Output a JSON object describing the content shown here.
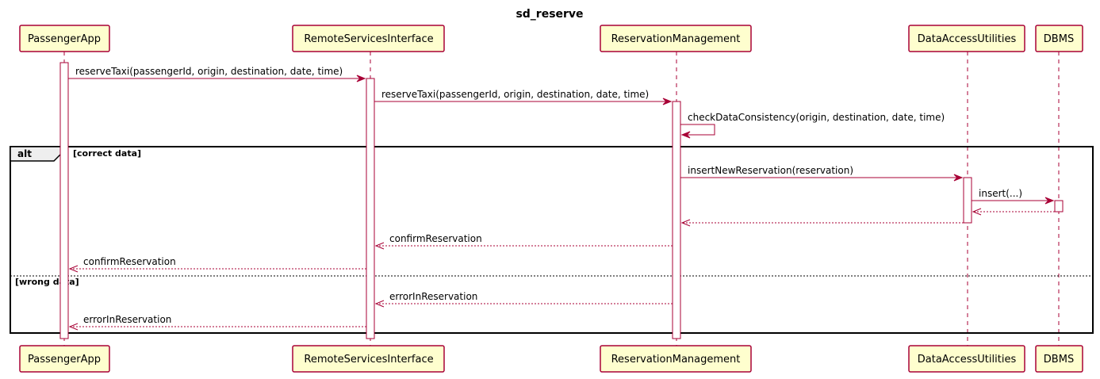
{
  "diagram": {
    "title": "sd_reserve",
    "participants": [
      {
        "id": "passenger",
        "name": "PassengerApp"
      },
      {
        "id": "remote",
        "name": "RemoteServicesInterface"
      },
      {
        "id": "reservation",
        "name": "ReservationManagement"
      },
      {
        "id": "dataaccess",
        "name": "DataAccessUtilities"
      },
      {
        "id": "dbms",
        "name": "DBMS"
      }
    ],
    "messages": [
      {
        "from": "passenger",
        "to": "remote",
        "label": "reserveTaxi(passengerId, origin, destination, date, time)",
        "kind": "sync"
      },
      {
        "from": "remote",
        "to": "reservation",
        "label": "reserveTaxi(passengerId, origin, destination, date, time)",
        "kind": "sync"
      },
      {
        "from": "reservation",
        "to": "reservation",
        "label": "checkDataConsistency(origin, destination, date, time)",
        "kind": "self"
      },
      {
        "from": "reservation",
        "to": "dataaccess",
        "label": "insertNewReservation(reservation)",
        "kind": "sync"
      },
      {
        "from": "dataaccess",
        "to": "dbms",
        "label": "insert(...)",
        "kind": "sync"
      },
      {
        "from": "dbms",
        "to": "dataaccess",
        "label": "",
        "kind": "return"
      },
      {
        "from": "dataaccess",
        "to": "reservation",
        "label": "",
        "kind": "return"
      },
      {
        "from": "reservation",
        "to": "remote",
        "label": "confirmReservation",
        "kind": "return"
      },
      {
        "from": "remote",
        "to": "passenger",
        "label": "confirmReservation",
        "kind": "return"
      },
      {
        "from": "reservation",
        "to": "remote",
        "label": "errorInReservation",
        "kind": "return"
      },
      {
        "from": "remote",
        "to": "passenger",
        "label": "errorInReservation",
        "kind": "return"
      }
    ],
    "alt": {
      "keyword": "alt",
      "guards": [
        "[correct data]",
        "[wrong data]"
      ]
    },
    "colors": {
      "participant_fill": "#FEFECE",
      "line": "#A80036",
      "frame": "#000000"
    }
  }
}
